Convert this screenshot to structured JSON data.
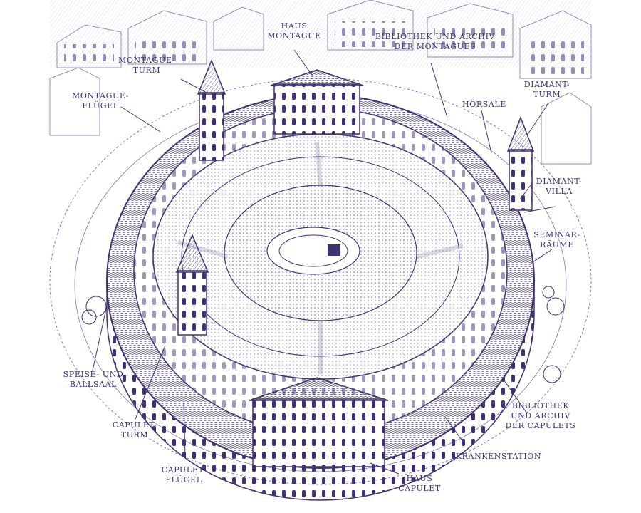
{
  "colors": {
    "ink": "#3a3470",
    "ink_light": "#7b74b3",
    "paper": "#ffffff"
  },
  "labels": {
    "haus_montague": [
      "HAUS",
      "MONTAGUE"
    ],
    "bibliothek_montagues": [
      "BIBLIOTHEK UND ARCHIV",
      "DER MONTAGUES"
    ],
    "montague_turm": [
      "MONTAGUE-",
      "TURM"
    ],
    "montague_fluegel": [
      "MONTAGUE-",
      "FLÜGEL"
    ],
    "hoersaele": [
      "HÖRSÄLE"
    ],
    "diamant_turm": [
      "DIAMANT-",
      "TURM"
    ],
    "diamant_villa": [
      "DIAMANT-",
      "VILLA"
    ],
    "seminar_raeume": [
      "SEMINAR-",
      "RÄUME"
    ],
    "speise_ballsaal": [
      "SPEISE- UND",
      "BALLSAAL"
    ],
    "capulet_turm": [
      "CAPULET-",
      "TURM"
    ],
    "capulet_fluegel": [
      "CAPULET-",
      "FLÜGEL"
    ],
    "bibliothek_capulets": [
      "BIBLIOTHEK",
      "UND ARCHIV",
      "DER CAPULETS"
    ],
    "krankenstation": [
      "KRANKENSTATION"
    ],
    "haus_capulet": [
      "HAUS",
      "CAPULET"
    ]
  }
}
